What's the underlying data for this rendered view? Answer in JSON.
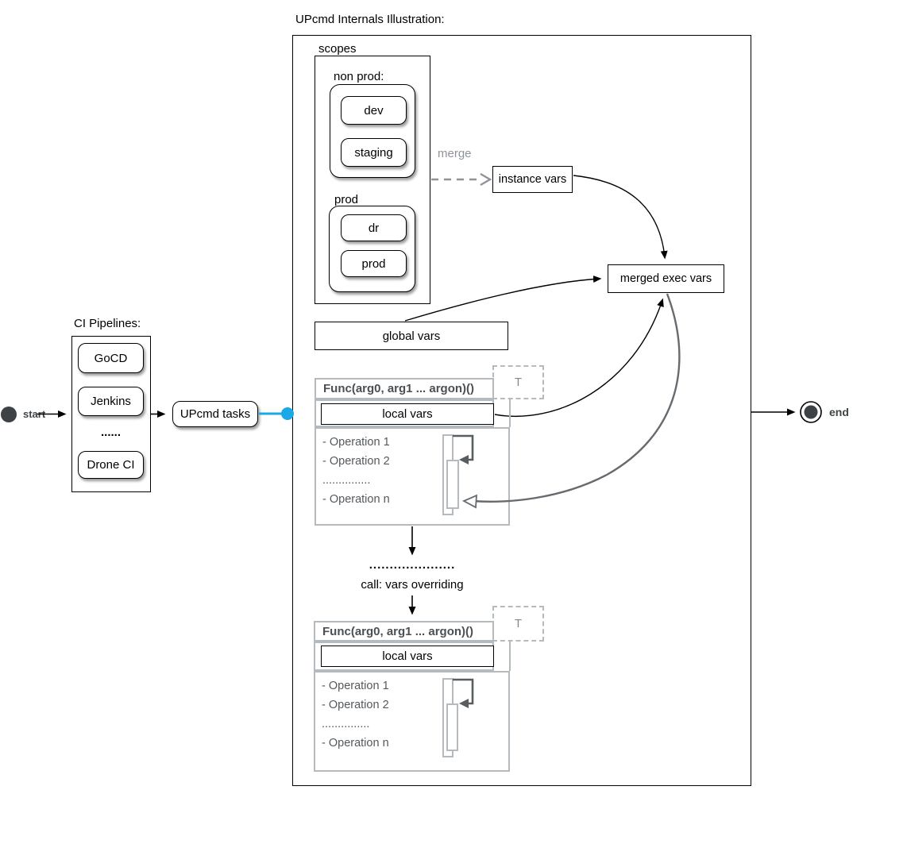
{
  "title": "UPcmd Internals Illustration:",
  "start": {
    "label": "start"
  },
  "end": {
    "label": "end"
  },
  "ci": {
    "title": "CI Pipelines:",
    "items": [
      "GoCD",
      "Jenkins",
      "......",
      "Drone CI"
    ],
    "upcmd": "UPcmd tasks"
  },
  "scopes": {
    "label": "scopes",
    "non_prod_label": "non prod:",
    "non_prod_items": [
      "dev",
      "staging"
    ],
    "prod_label": "prod",
    "prod_items": [
      "dr",
      "prod"
    ]
  },
  "merge_label": "merge",
  "vars": {
    "instance": "instance vars",
    "global": "global vars",
    "merged": "merged exec vars",
    "local": "local vars"
  },
  "func": {
    "header": "Func(arg0, arg1 ... argon)()",
    "t": "T",
    "operations": [
      "- Operation 1",
      "- Operation 2",
      "...............",
      "- Operation n"
    ]
  },
  "call": {
    "dots": ".....................",
    "label": "call: vars overriding"
  },
  "colors": {
    "accent_cyan": "#1ca8e6",
    "node_fill": "#3d4246",
    "gray_border": "#b4babd",
    "merge_gray": "#8e9499"
  }
}
